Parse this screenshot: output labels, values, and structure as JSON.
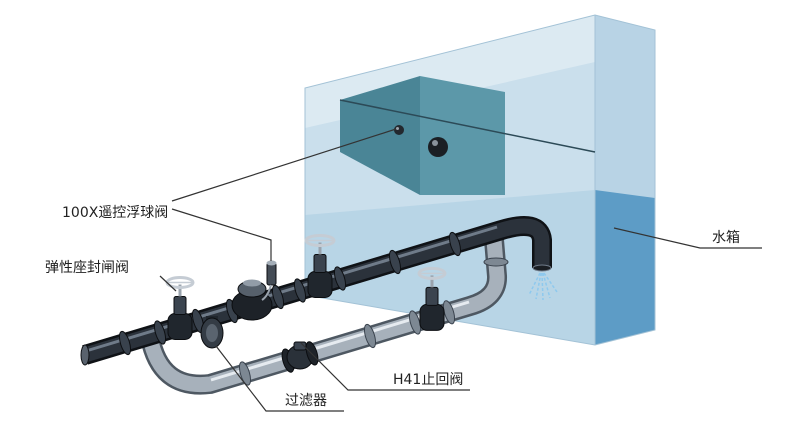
{
  "labels": {
    "float_valve": "100X遥控浮球阀",
    "gate_valve": "弹性座封闸阀",
    "water_tank": "水箱",
    "check_valve": "H41止回阀",
    "filter": "过滤器"
  },
  "colors": {
    "tank_face": "#cadfec",
    "tank_side": "#b8d3e5",
    "water": "#5d9cc6",
    "main_pipe": "#2b323b",
    "bypass_pipe": "#a7b1bb",
    "leader_line": "#333333"
  }
}
